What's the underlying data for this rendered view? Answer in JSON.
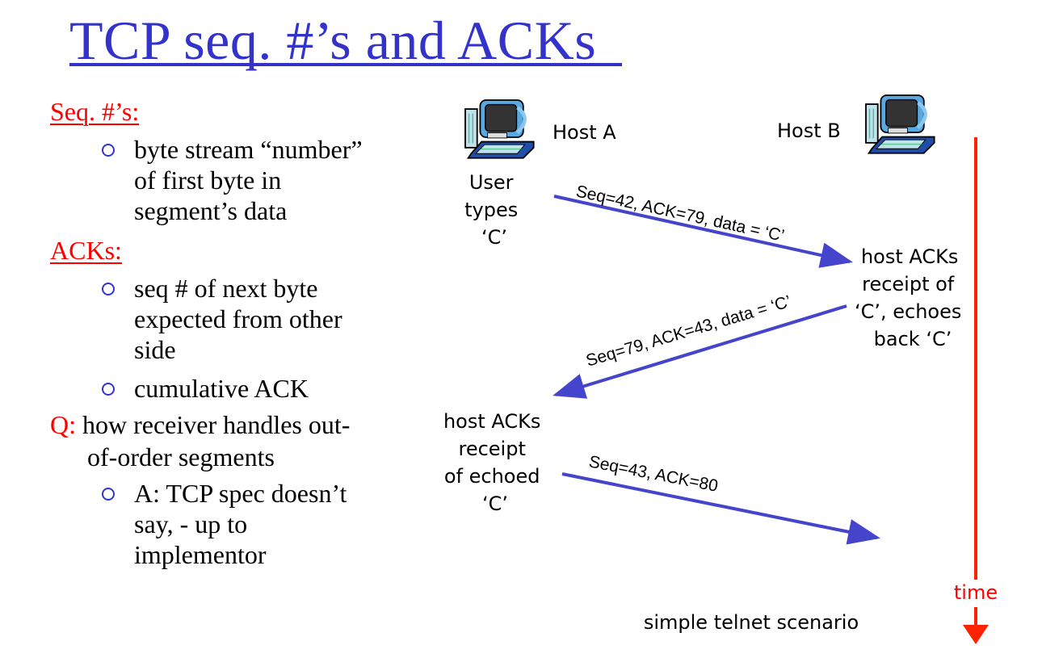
{
  "slide": {
    "title": "TCP seq. #’s and ACKs",
    "colors": {
      "title": "#3333cc",
      "heading": "#ff0000",
      "bullet_mark": "#3333cc",
      "arrow": "#4444cc",
      "time_axis": "#ff2200",
      "text": "#000000"
    }
  },
  "left_panel": {
    "seq_heading": "Seq. #’s:",
    "seq_bullets": [
      {
        "lines": [
          "byte stream “number”",
          "of first byte in",
          "segment’s data"
        ]
      }
    ],
    "ack_heading": "ACKs:",
    "ack_bullets": [
      {
        "lines": [
          "seq # of next byte",
          "expected from other",
          "side"
        ]
      },
      {
        "lines": [
          "cumulative ACK"
        ]
      }
    ],
    "question": {
      "prefix": "Q:",
      "lines": [
        "how receiver handles out-",
        "of-order segments"
      ]
    },
    "answer_bullets": [
      {
        "lines": [
          "A: TCP spec doesn’t",
          "say, - up to",
          "implementor"
        ]
      }
    ]
  },
  "diagram": {
    "host_a": {
      "label": "Host A",
      "icon": "computer-icon"
    },
    "host_b": {
      "label": "Host B",
      "icon": "computer-icon"
    },
    "annotations": {
      "user_types": [
        "User",
        "types",
        "‘C’"
      ],
      "host_b_ack": [
        "host ACKs",
        "receipt of",
        "‘C’, echoes",
        "back ‘C’"
      ],
      "host_a_ack": [
        "host ACKs",
        "receipt",
        "of echoed",
        "‘C’"
      ]
    },
    "messages": [
      {
        "label": "Seq=42, ACK=79, data = ‘C’",
        "from": "Host A",
        "to": "Host B",
        "seq": 42,
        "ack": 79,
        "data": "C"
      },
      {
        "label": "Seq=79, ACK=43, data = ‘C’",
        "from": "Host B",
        "to": "Host A",
        "seq": 79,
        "ack": 43,
        "data": "C"
      },
      {
        "label": "Seq=43, ACK=80",
        "from": "Host A",
        "to": "Host B",
        "seq": 43,
        "ack": 80
      }
    ],
    "time_label": "time",
    "caption": "simple telnet scenario"
  }
}
